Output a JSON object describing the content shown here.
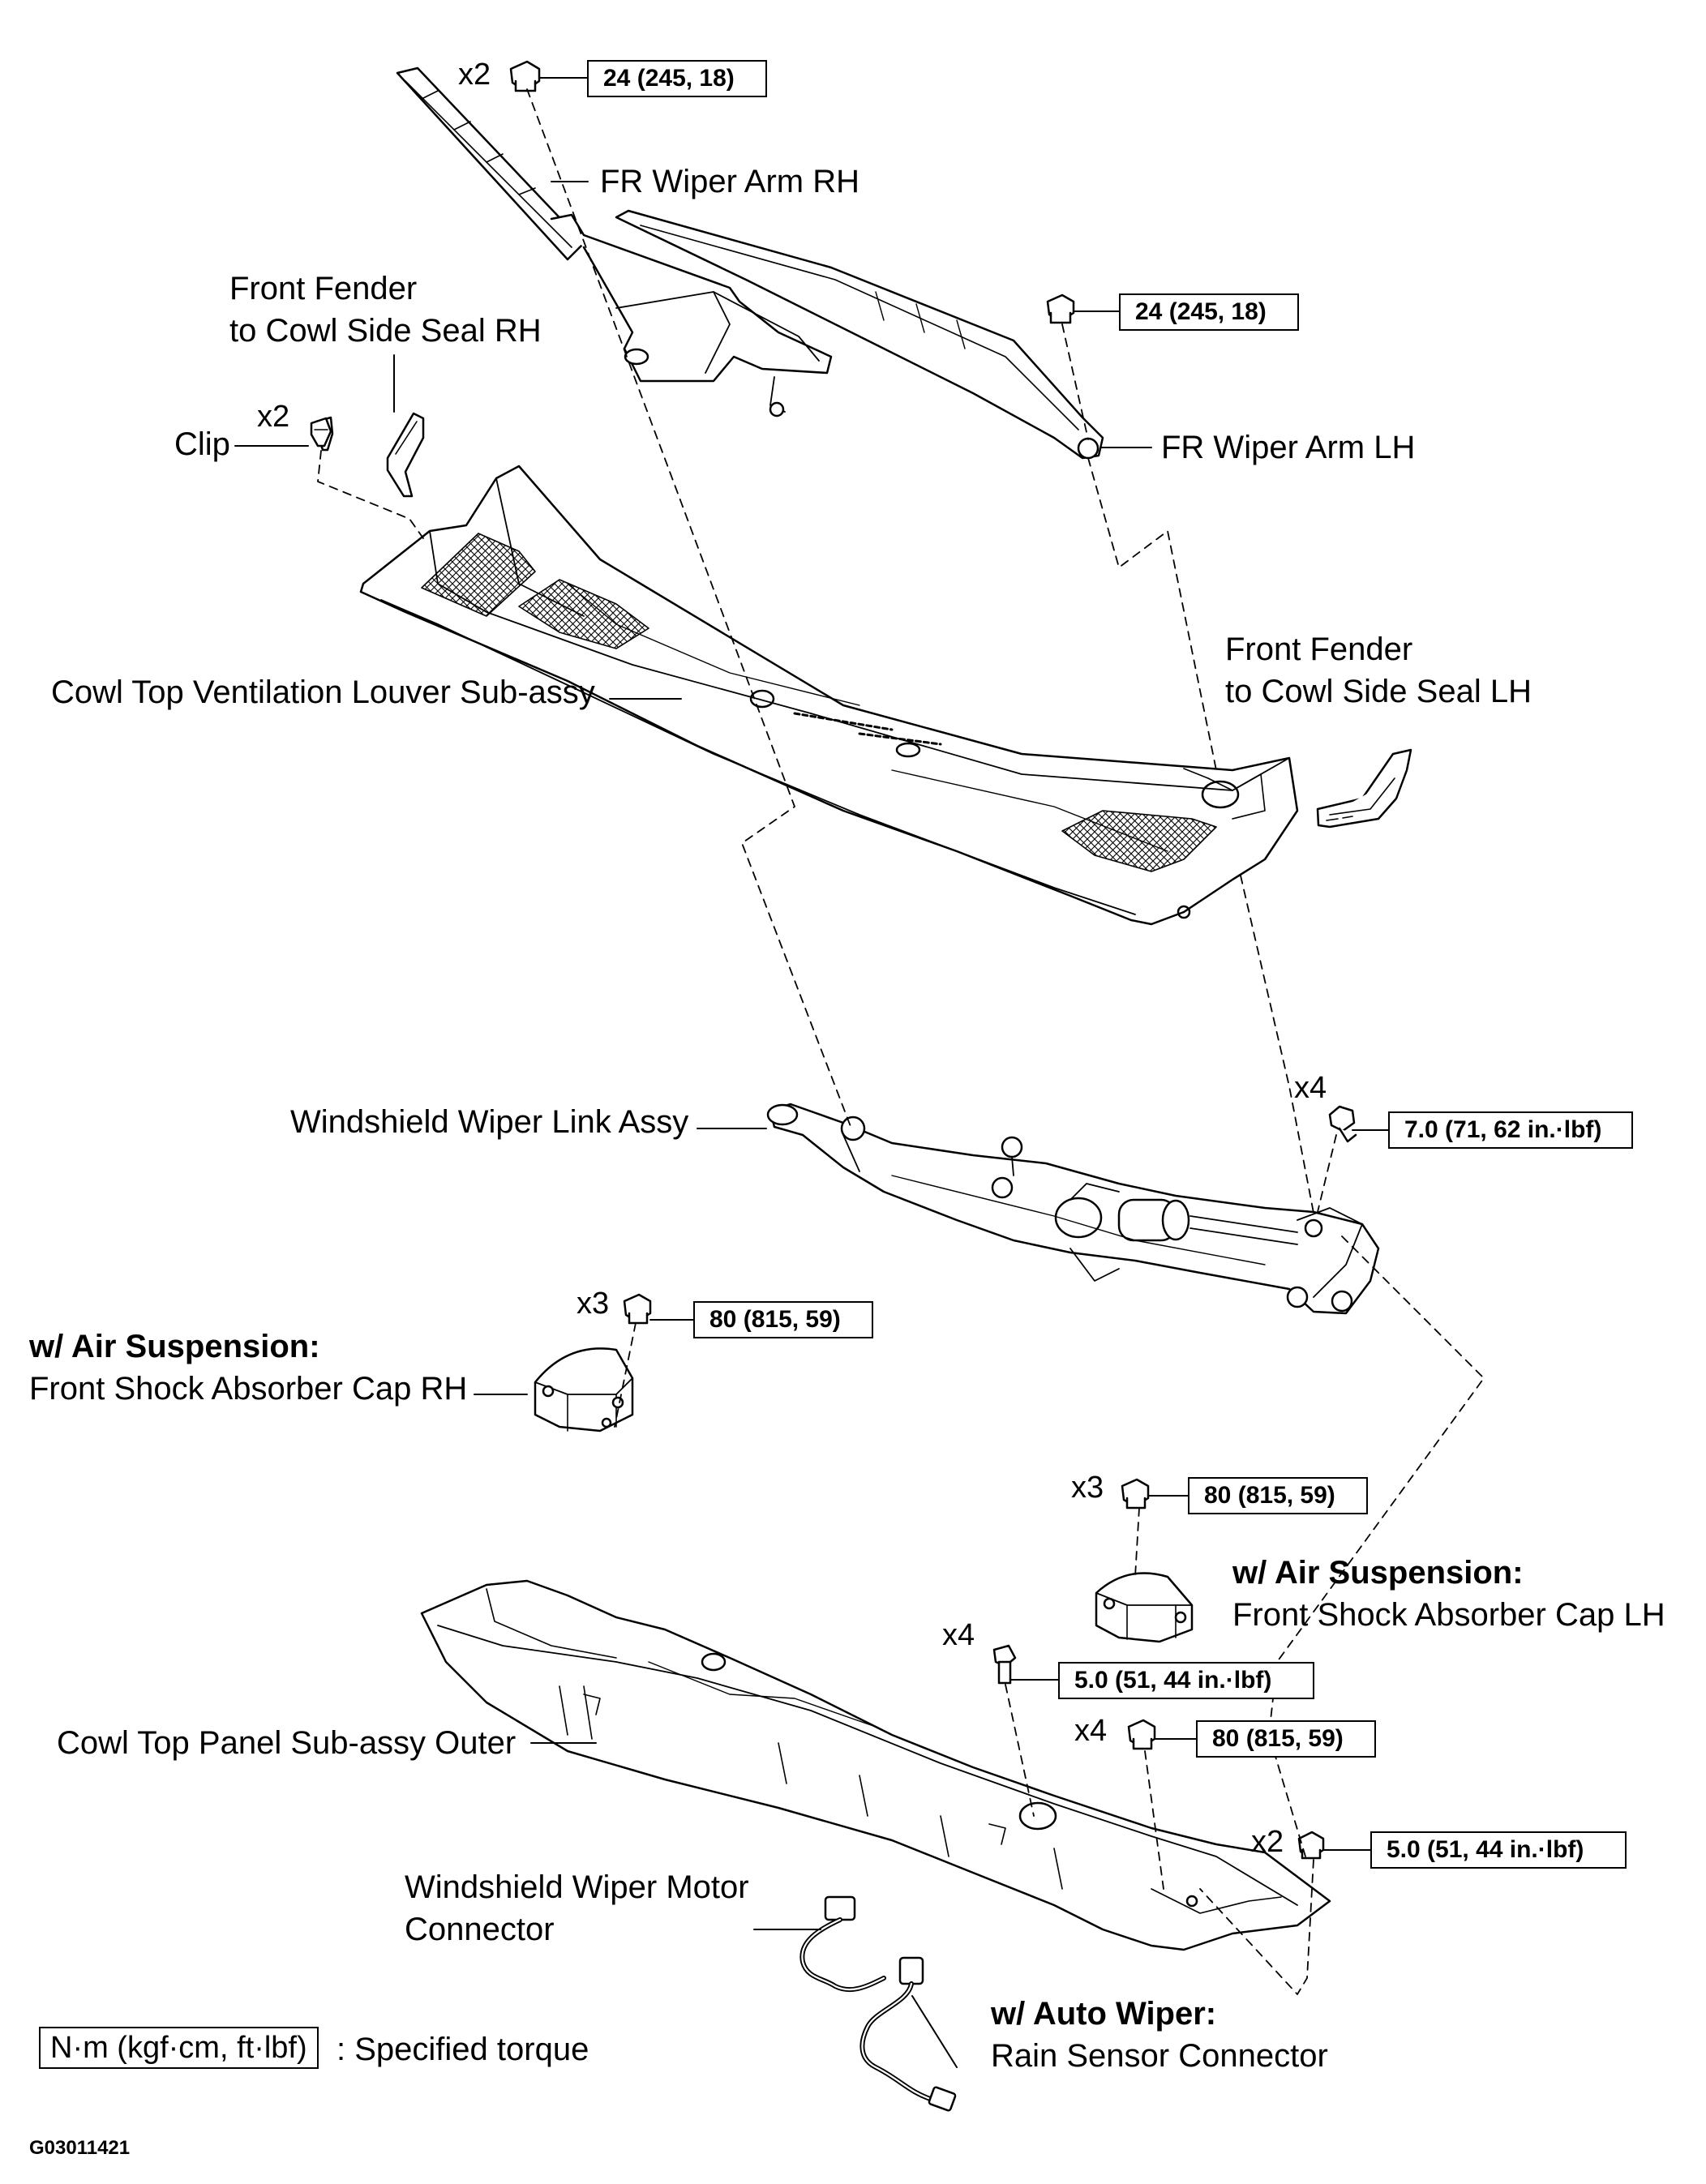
{
  "labels": {
    "fr_wiper_arm_rh": "FR Wiper Arm RH",
    "fr_wiper_arm_lh": "FR Wiper Arm LH",
    "fender_seal_rh_1": "Front Fender",
    "fender_seal_rh_2": "to Cowl Side Seal RH",
    "clip": "Clip",
    "fender_seal_lh_1": "Front Fender",
    "fender_seal_lh_2": "to Cowl Side Seal LH",
    "cowl_louver": "Cowl Top Ventilation Louver Sub-assy",
    "wiper_link": "Windshield Wiper Link Assy",
    "air_susp_rh_1": "w/ Air Suspension:",
    "air_susp_rh_2": "Front Shock Absorber Cap RH",
    "air_susp_lh_1": "w/ Air Suspension:",
    "air_susp_lh_2": "Front Shock Absorber Cap LH",
    "cowl_panel": "Cowl Top Panel Sub-assy Outer",
    "motor_conn_1": "Windshield Wiper Motor",
    "motor_conn_2": "Connector",
    "auto_wiper_1": "w/ Auto Wiper:",
    "auto_wiper_2": "Rain Sensor Connector"
  },
  "multipliers": {
    "m1": "x2",
    "m2": "x2",
    "m3": "x4",
    "m4": "x3",
    "m5": "x3",
    "m6": "x4",
    "m7": "x4",
    "m8": "x2"
  },
  "torques": {
    "t1": "24 (245, 18)",
    "t2": "24 (245, 18)",
    "t3": "7.0 (71, 62 in.·lbf)",
    "t4": "80 (815, 59)",
    "t5": "80 (815, 59)",
    "t6": "5.0 (51, 44 in.·lbf)",
    "t7": "80 (815, 59)",
    "t8": "5.0 (51, 44 in.·lbf)"
  },
  "legend": {
    "unit": "N·m (kgf·cm, ft·lbf)",
    "desc": ": Specified torque"
  },
  "figure_code": "G03011421"
}
